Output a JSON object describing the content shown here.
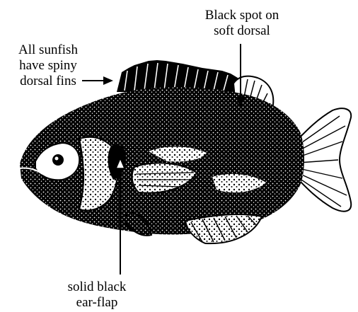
{
  "labels": {
    "spiny_dorsal": [
      "All sunfish",
      "have spiny",
      "dorsal fins"
    ],
    "black_spot": [
      "Black spot on",
      "soft dorsal"
    ],
    "ear_flap": [
      "solid black",
      "ear-flap"
    ]
  },
  "colors": {
    "ink": "#000000",
    "paper": "#ffffff"
  }
}
